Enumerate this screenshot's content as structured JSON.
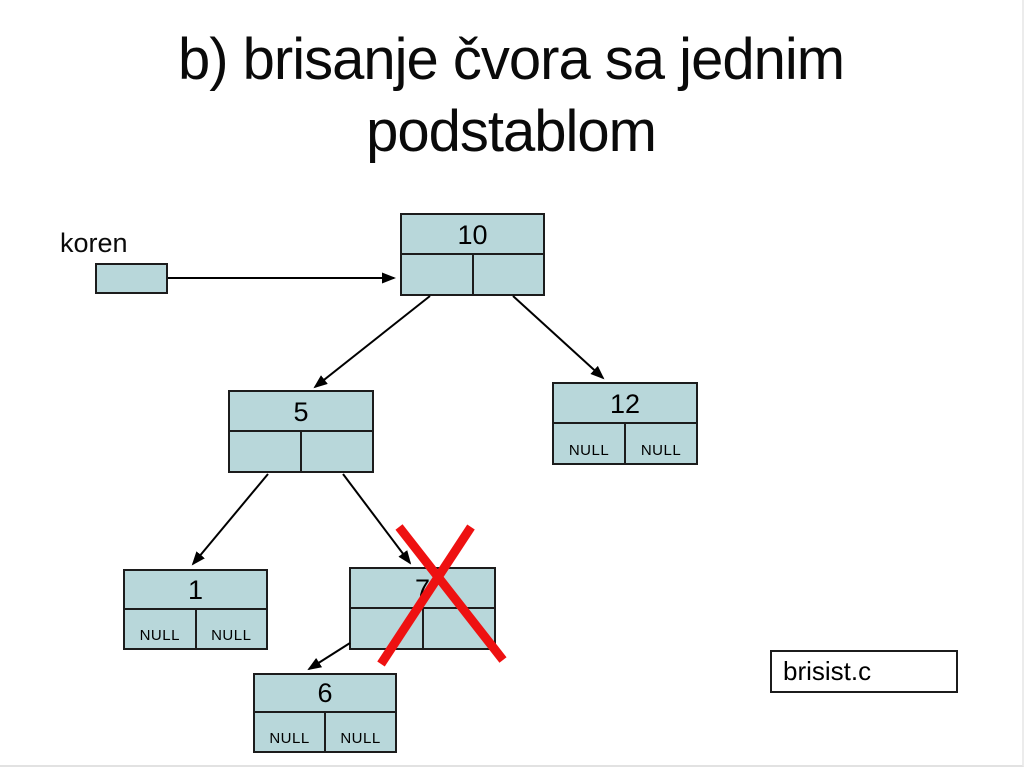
{
  "title": {
    "line1": "b) brisanje čvora sa jednim",
    "line2": "podstablom"
  },
  "labels": {
    "root_pointer": "koren",
    "file_reference": "brisist.c"
  },
  "tree": {
    "description": "binary search tree, node 7 (one subtree) crossed out for deletion",
    "nodes": {
      "n10": {
        "value": "10",
        "left": "",
        "right": ""
      },
      "n5": {
        "value": "5",
        "left": "",
        "right": ""
      },
      "n12": {
        "value": "12",
        "left": "NULL",
        "right": "NULL"
      },
      "n1": {
        "value": "1",
        "left": "NULL",
        "right": "NULL"
      },
      "n7": {
        "value": "7",
        "left": "",
        "right": "",
        "status": "deleted"
      },
      "n6": {
        "value": "6",
        "left": "NULL",
        "right": "NULL"
      }
    },
    "edges": [
      {
        "from": "koren",
        "to": "n10"
      },
      {
        "from": "n10.left",
        "to": "n5"
      },
      {
        "from": "n10.right",
        "to": "n12"
      },
      {
        "from": "n5.left",
        "to": "n1"
      },
      {
        "from": "n5.right",
        "to": "n7"
      },
      {
        "from": "n7.left",
        "to": "n6"
      }
    ]
  },
  "colors": {
    "background": "#ffffff",
    "node_fill": "#b8d7da",
    "node_border": "#1c1c1c",
    "arrow": "#000000",
    "delete_cross": "#ee1111"
  }
}
